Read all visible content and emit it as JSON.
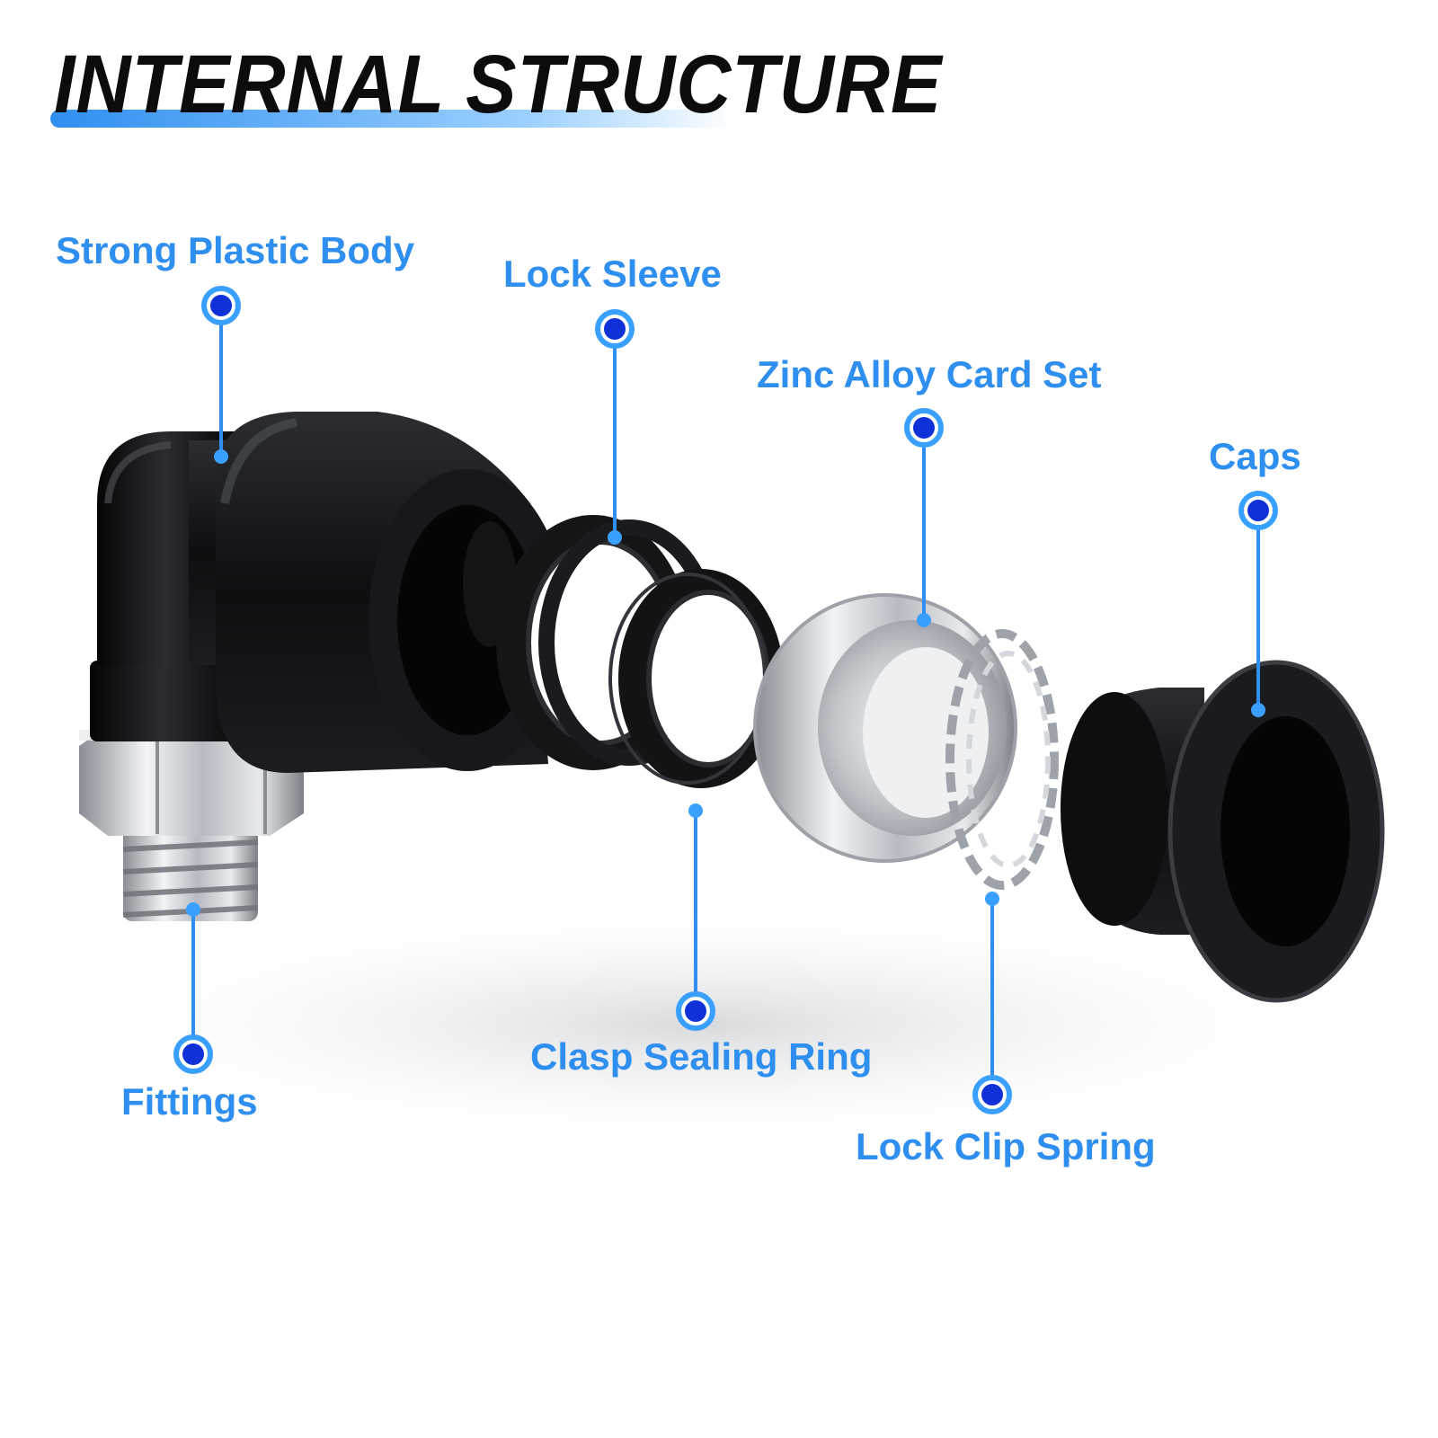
{
  "title": "INTERNAL STRUCTURE",
  "colors": {
    "title": "#0c0c0c",
    "accent": "#2f8ff0",
    "accent_light": "#9cd0ff",
    "marker_fill": "#1030d8",
    "marker_ring": "#3aa0ff",
    "part_black": "#111214",
    "part_metal": "#c9ccd1"
  },
  "parts": [
    {
      "id": "strong-plastic-body",
      "label": "Strong Plastic Body",
      "icon": "elbow-body-shape"
    },
    {
      "id": "lock-sleeve",
      "label": "Lock Sleeve",
      "icon": "ring-shape"
    },
    {
      "id": "zinc-alloy-card-set",
      "label": "Zinc Alloy Card Set",
      "icon": "metal-ring-shape"
    },
    {
      "id": "caps",
      "label": "Caps",
      "icon": "flanged-cap-shape"
    },
    {
      "id": "fittings",
      "label": "Fittings",
      "icon": "threaded-fitting-shape"
    },
    {
      "id": "clasp-sealing-ring",
      "label": "Clasp Sealing Ring",
      "icon": "ring-shape"
    },
    {
      "id": "lock-clip-spring",
      "label": "Lock Clip Spring",
      "icon": "toothed-washer-shape"
    }
  ]
}
